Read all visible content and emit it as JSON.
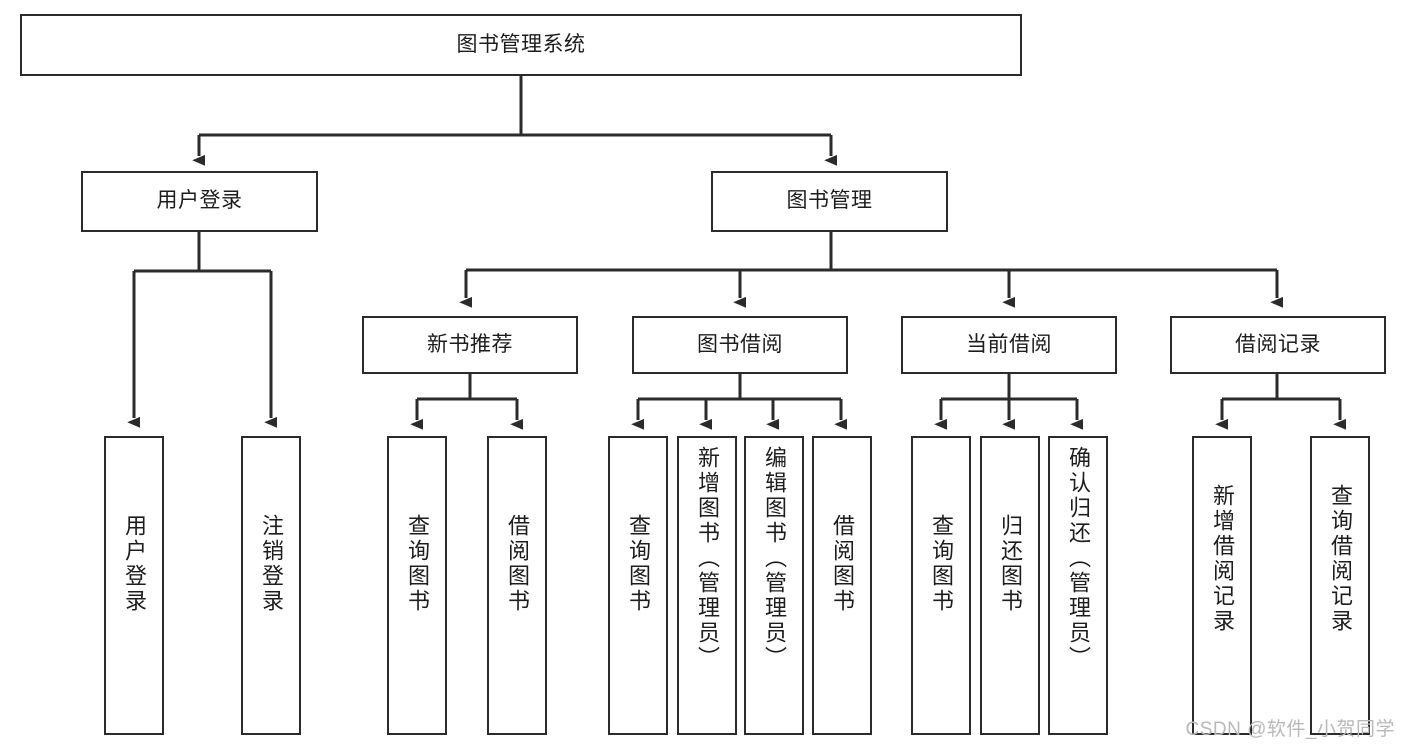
{
  "diagram": {
    "title": "图书管理系统",
    "type": "tree",
    "watermark": "CSDN @软件_小贺同学",
    "colors": {
      "box_border": "#2b2b2b",
      "box_fill": "#ffffff",
      "connector": "#2b2b2b",
      "text": "#1d1d1d",
      "watermark": "#b9b9b9"
    },
    "root": {
      "label": "图书管理系统"
    },
    "level2": [
      {
        "label": "用户登录"
      },
      {
        "label": "图书管理"
      }
    ],
    "level3": [
      {
        "label": "新书推荐"
      },
      {
        "label": "图书借阅"
      },
      {
        "label": "当前借阅"
      },
      {
        "label": "借阅记录"
      }
    ],
    "leaves": {
      "user_login": [
        {
          "label": "用户登录"
        },
        {
          "label": "注销登录"
        }
      ],
      "new_book_recommend": [
        {
          "label": "查询图书"
        },
        {
          "label": "借阅图书"
        }
      ],
      "book_borrow": [
        {
          "label": "查询图书"
        },
        {
          "label": "新增图书（管理员）"
        },
        {
          "label": "编辑图书（管理员）"
        },
        {
          "label": "借阅图书"
        }
      ],
      "current_borrow": [
        {
          "label": "查询图书"
        },
        {
          "label": "归还图书"
        },
        {
          "label": "确认归还（管理员）"
        }
      ],
      "borrow_record": [
        {
          "label": "新增借阅记录"
        },
        {
          "label": "查询借阅记录"
        }
      ]
    }
  }
}
